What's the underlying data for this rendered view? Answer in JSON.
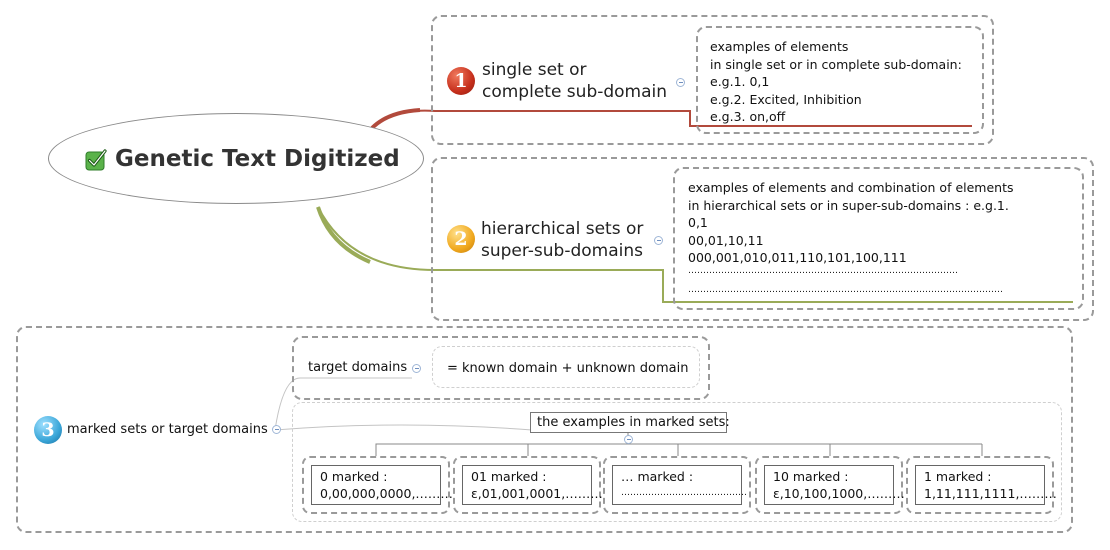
{
  "root": {
    "title": "Genetic Text Digitized",
    "icon": "checkbox-checked-icon"
  },
  "branch1": {
    "number": "1",
    "label_line1": "single set or",
    "label_line2": "complete sub-domain",
    "details": [
      "examples of elements",
      "in single set or in complete sub-domain:",
      "e.g.1. 0,1",
      "e.g.2. Excited, Inhibition",
      "e.g.3. on,off"
    ]
  },
  "branch2": {
    "number": "2",
    "label_line1": "hierarchical sets or",
    "label_line2": "super-sub-domains",
    "details": [
      "examples of elements and combination of elements",
      "in hierarchical sets or in super-sub-domains : e.g.1.",
      "0,1",
      "00,01,10,11",
      "000,001,010,011,110,101,100,111",
      "………………………………………………………………………………",
      "……………………………………………………………………………………………"
    ]
  },
  "branch3": {
    "number": "3",
    "label": "marked sets or target domains",
    "target_label": "target domains",
    "target_formula": "= known domain + unknown domain",
    "examples_label": "the examples in marked sets:",
    "leaves": [
      {
        "line1": "0  marked :",
        "line2": "0,00,000,0000,………"
      },
      {
        "line1": "01  marked :",
        "line2": "ε,01,001,0001,………"
      },
      {
        "line1": "…  marked :",
        "line2": "……………………………………"
      },
      {
        "line1": "10  marked :",
        "line2": "ε,10,100,1000,………"
      },
      {
        "line1": "1  marked :",
        "line2": "1,11,111,1111,………"
      }
    ]
  },
  "colors": {
    "branch1": "#b24a3c",
    "branch2": "#9aab58",
    "branch3_line": "#b8b8b8",
    "badge1": "#c62f1c",
    "badge2": "#f0a81e",
    "badge3": "#3aa6d8",
    "check": "#5ab24a"
  }
}
